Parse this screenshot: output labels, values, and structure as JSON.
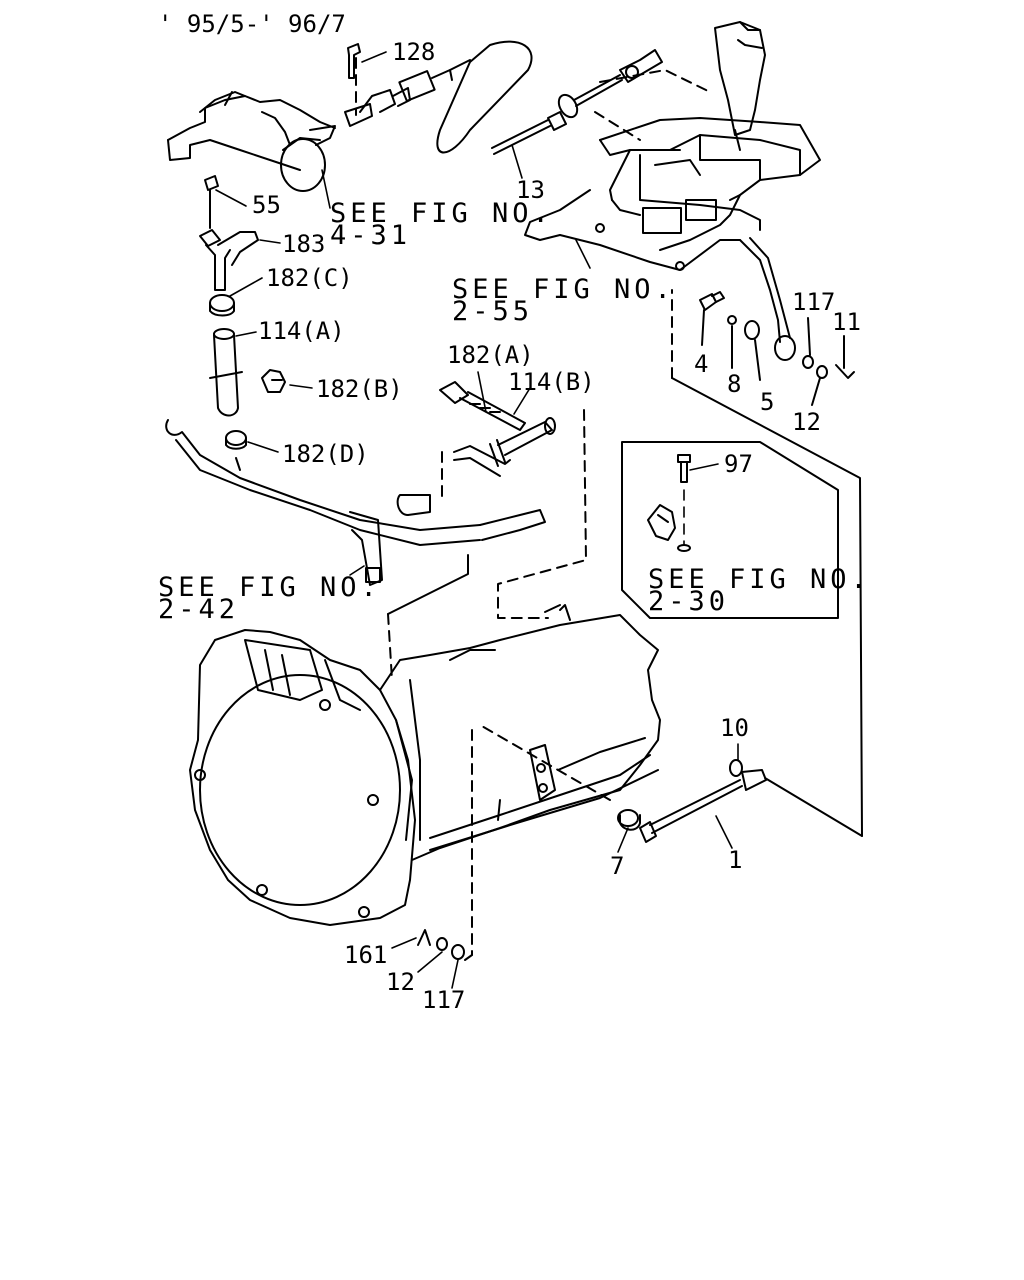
{
  "header": {
    "date_range": "' 95/5-' 96/7"
  },
  "refs": {
    "fig_4_31": {
      "line1": "SEE FIG NO.",
      "line2": "4-31"
    },
    "fig_2_55": {
      "line1": "SEE FIG NO.",
      "line2": "2-55"
    },
    "fig_2_42": {
      "line1": "SEE FIG NO.",
      "line2": "2-42"
    },
    "fig_2_30": {
      "line1": "SEE FIG NO.",
      "line2": "2-30"
    }
  },
  "callouts": {
    "p128": "128",
    "p55": "55",
    "p183": "183",
    "p182c": "182(C)",
    "p114a": "114(A)",
    "p182b": "182(B)",
    "p182d": "182(D)",
    "p182a": "182(A)",
    "p114b": "114(B)",
    "p13": "13",
    "p117a": "117",
    "p11": "11",
    "p4": "4",
    "p8": "8",
    "p5": "5",
    "p12a": "12",
    "p97": "97",
    "p10": "10",
    "p7": "7",
    "p1": "1",
    "p161": "161",
    "p12b": "12",
    "p117b": "117"
  }
}
